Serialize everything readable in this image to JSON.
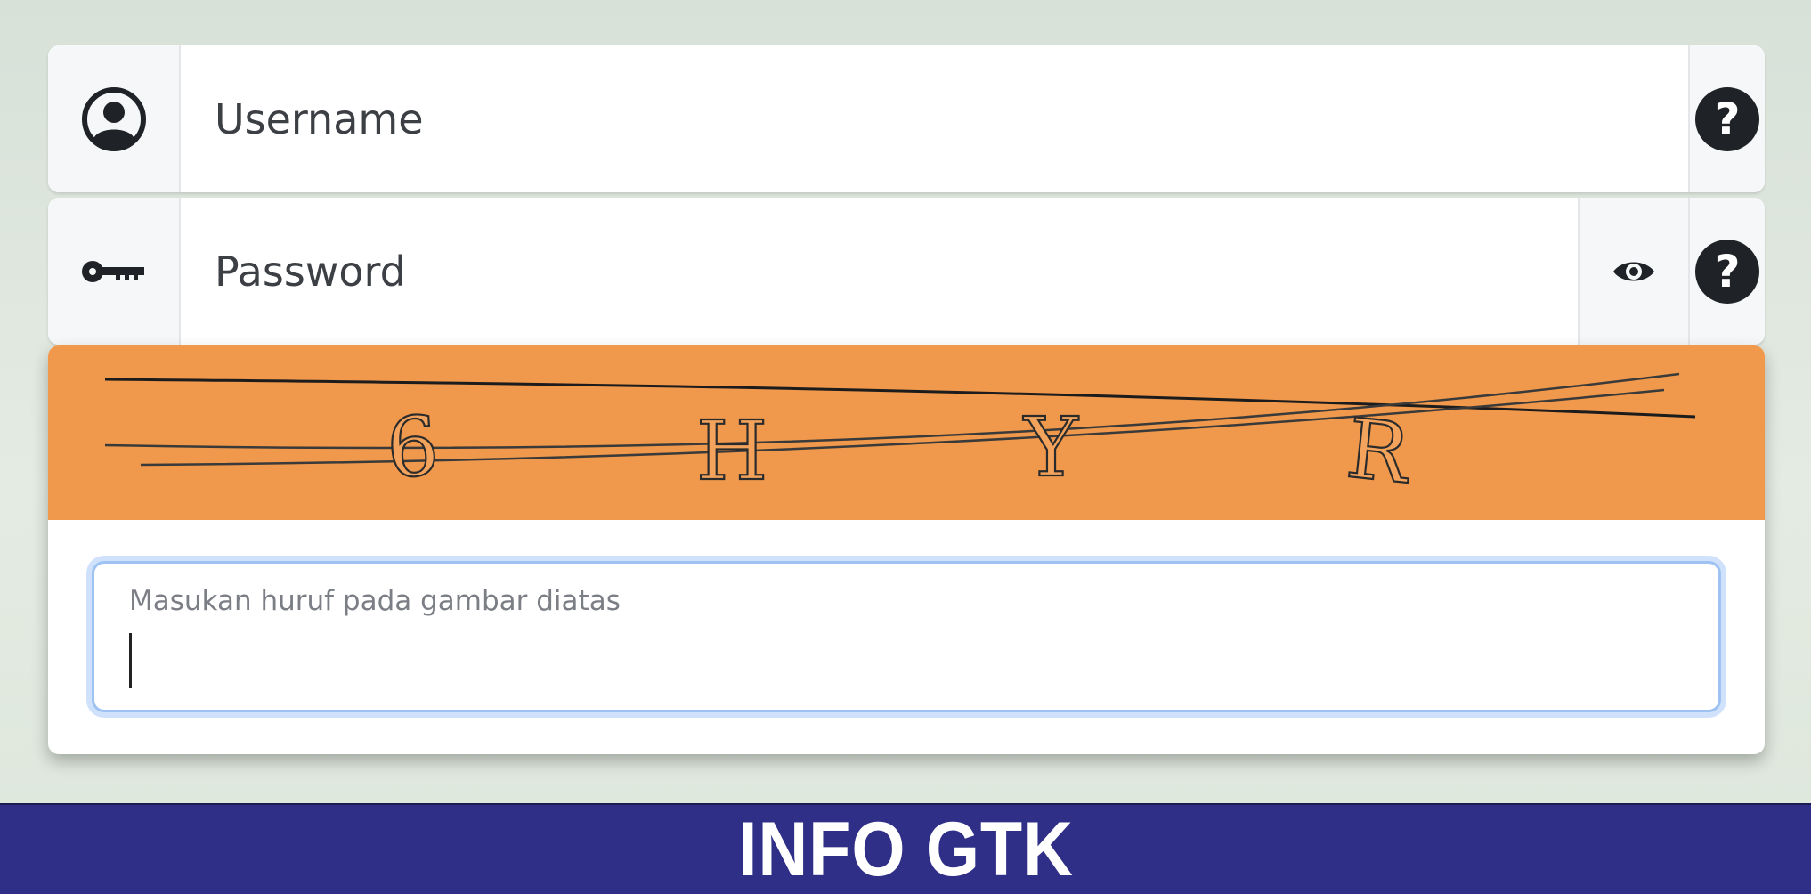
{
  "login_form": {
    "username": {
      "placeholder": "Username",
      "leading_icon": "user-circle-icon",
      "help_icon": "question-circle-icon",
      "help_label": "?"
    },
    "password": {
      "placeholder": "Password",
      "leading_icon": "key-icon",
      "toggle_icon": "eye-icon",
      "help_icon": "question-circle-icon",
      "help_label": "?"
    }
  },
  "captcha": {
    "characters": [
      "6",
      "H",
      "Y",
      "R"
    ],
    "background_color": "#f0994c",
    "input_placeholder": "Masukan huruf pada gambar diatas",
    "input_value": ""
  },
  "banner": {
    "text": "INFO GTK",
    "background_color": "#2f2f87"
  }
}
